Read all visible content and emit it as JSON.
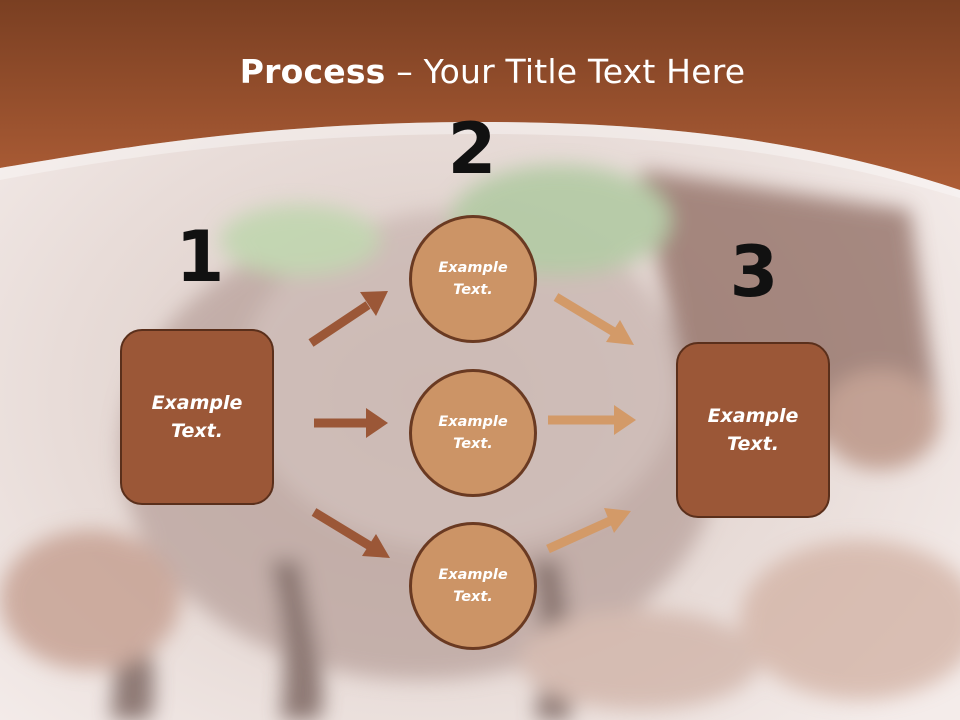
{
  "title": {
    "bold": "Process",
    "rest": " – Your Title Text Here"
  },
  "steps": [
    {
      "number": "1",
      "label": "Example\nText."
    },
    {
      "number": "2"
    },
    {
      "number": "3",
      "label": "Example\nText."
    }
  ],
  "circles": [
    {
      "label": "Example\nText."
    },
    {
      "label": "Example\nText."
    },
    {
      "label": "Example\nText."
    }
  ],
  "colors": {
    "header": "#a4552f",
    "box_fill": "#9b5737",
    "circle_fill": "#cc9466",
    "arrow_dark": "#9b5737",
    "arrow_light": "#d39a68"
  }
}
